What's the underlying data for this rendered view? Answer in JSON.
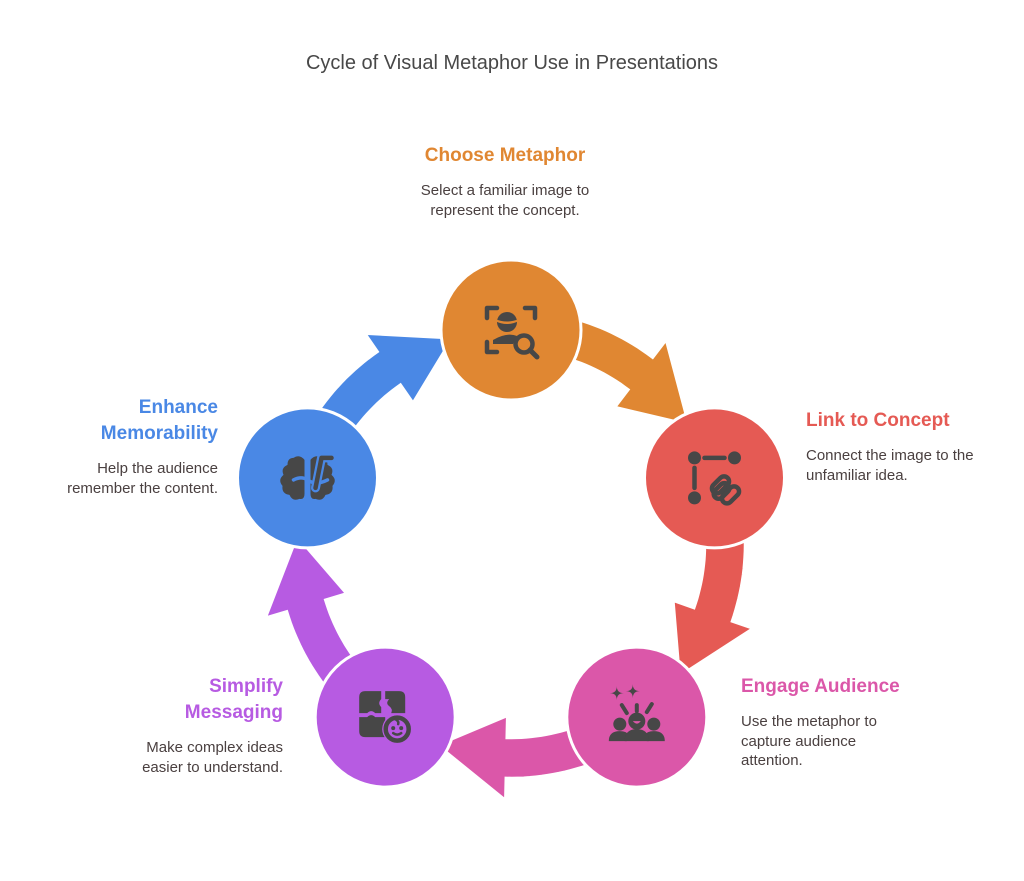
{
  "title": "Cycle of Visual Metaphor Use in Presentations",
  "stages": [
    {
      "id": "choose-metaphor",
      "title": "Choose Metaphor",
      "description_lines": [
        "Select a familiar image to",
        "represent the concept."
      ],
      "color": "#E08732",
      "icon": "face-recognition-search-icon"
    },
    {
      "id": "link-to-concept",
      "title": "Link to Concept",
      "description_lines": [
        "Connect the image to the",
        "unfamiliar idea."
      ],
      "color": "#E55A54",
      "icon": "link-nodes-icon"
    },
    {
      "id": "engage-audience",
      "title": "Engage Audience",
      "description_lines": [
        "Use the metaphor to",
        "capture audience",
        "attention."
      ],
      "color": "#DB57A9",
      "icon": "excited-audience-icon"
    },
    {
      "id": "simplify-messaging",
      "title_lines": [
        "Simplify",
        "Messaging"
      ],
      "title": "Simplify Messaging",
      "description_lines": [
        "Make complex ideas",
        "easier to understand."
      ],
      "color": "#B75BE2",
      "icon": "puzzle-child-icon"
    },
    {
      "id": "enhance-memorability",
      "title_lines": [
        "Enhance",
        "Memorability"
      ],
      "title": "Enhance Memorability",
      "description_lines": [
        "Help the audience",
        "remember the content."
      ],
      "color": "#4A88E5",
      "icon": "brain-straw-icon"
    }
  ],
  "icon_color": "#474747"
}
